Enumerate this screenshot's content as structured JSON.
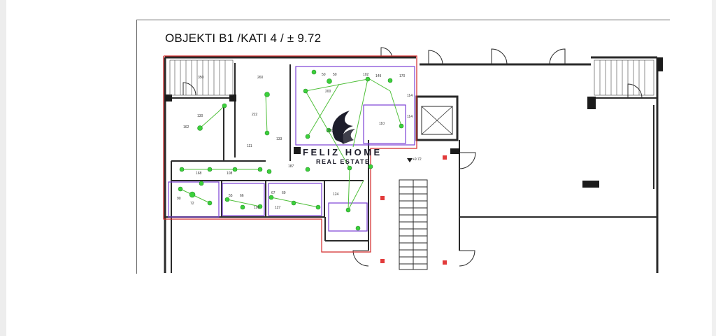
{
  "drawing": {
    "title": "OBJEKTI B1 /KATI 4 /  ± 9.72",
    "level_marker": "+9.72"
  },
  "watermark": {
    "brand": "FELIZ HOME",
    "subtitle": "REAL ESTATE",
    "logo_icon": "feliz-home-flame-logo"
  },
  "dimensions": [
    "350",
    "260",
    "50",
    "50",
    "102",
    "149",
    "170",
    "200",
    "162",
    "130",
    "222",
    "114",
    "110",
    "133",
    "200",
    "114",
    "168",
    "108",
    "187",
    "124",
    "55",
    "66",
    "67",
    "69",
    "100",
    "127",
    "72",
    "90",
    "111"
  ],
  "colors": {
    "walls": "#2a2a2a",
    "apartment_outline": "#d42a2a",
    "room_outline": "#7b3fd6",
    "electrical_lines": "#4fbf3a",
    "electrical_points": "#3bd13b",
    "annotation_red": "#e23a3a"
  }
}
